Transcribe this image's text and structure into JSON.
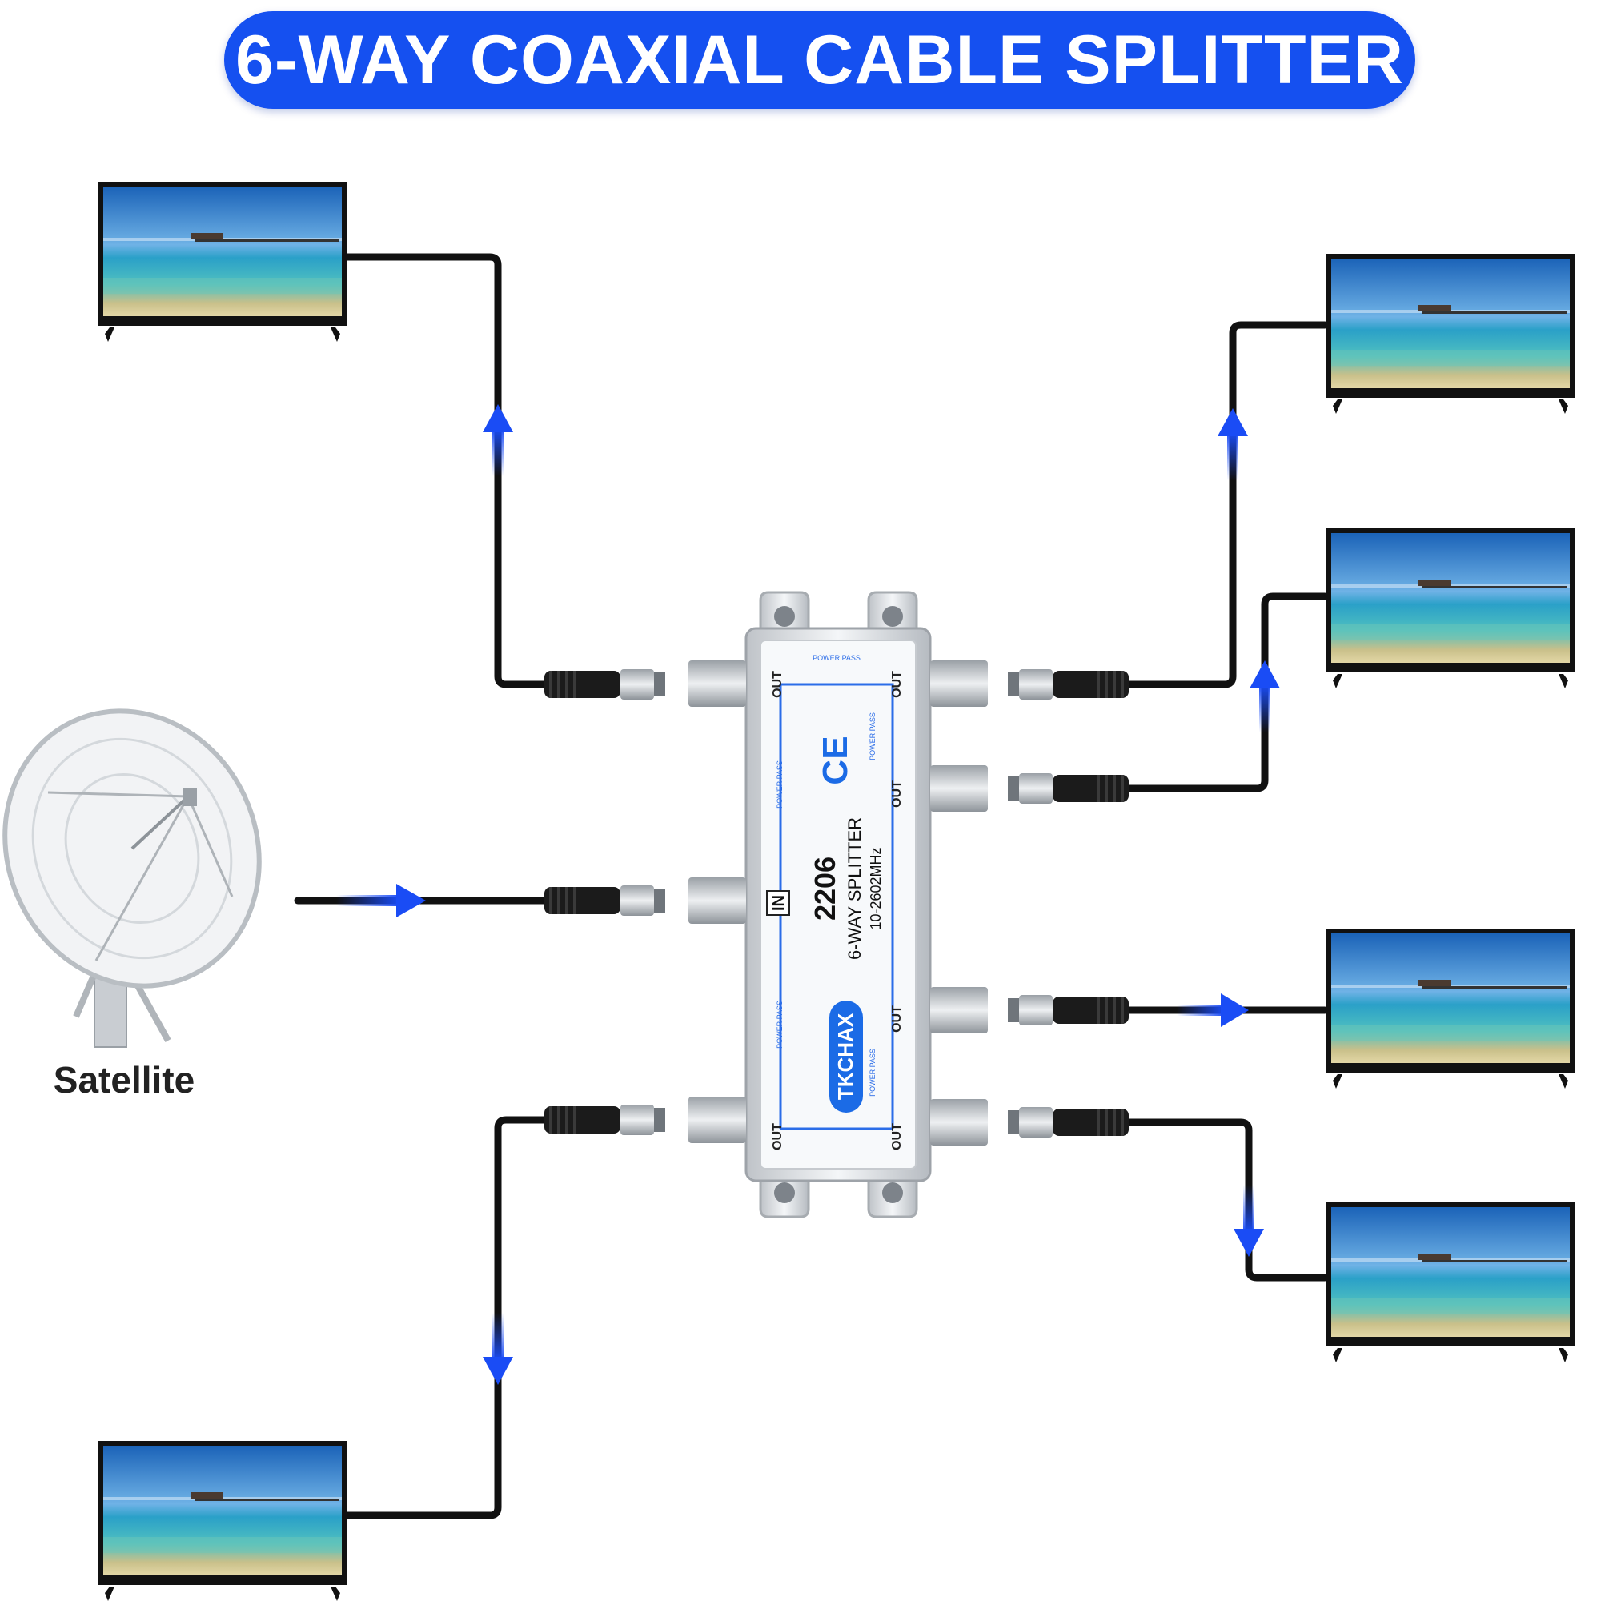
{
  "title": "6-WAY COAXIAL CABLE SPLITTER",
  "source": {
    "label": "Satellite",
    "icon": "satellite-dish-icon"
  },
  "splitter": {
    "brand": "TKCHAX",
    "model": "2206",
    "type": "6-WAY SPLITTER",
    "frequency": "10-2602MHz",
    "certification": "CE",
    "input_label": "IN",
    "output_label": "OUT",
    "power_pass_label": "POWER PASS"
  },
  "colors": {
    "accent": "#1550f0",
    "cable": "#111111",
    "arrow": "#1a4cf5"
  },
  "outputs": [
    {
      "port": "left-top",
      "tv": "tv-left-top",
      "arrow": "up"
    },
    {
      "port": "left-bottom",
      "tv": "tv-left-bottom",
      "arrow": "down"
    },
    {
      "port": "right-1",
      "tv": "tv-right-1",
      "arrow": "up"
    },
    {
      "port": "right-2",
      "tv": "tv-right-2",
      "arrow": "up"
    },
    {
      "port": "right-3",
      "tv": "tv-right-3",
      "arrow": "right"
    },
    {
      "port": "right-4",
      "tv": "tv-right-4",
      "arrow": "down"
    }
  ]
}
